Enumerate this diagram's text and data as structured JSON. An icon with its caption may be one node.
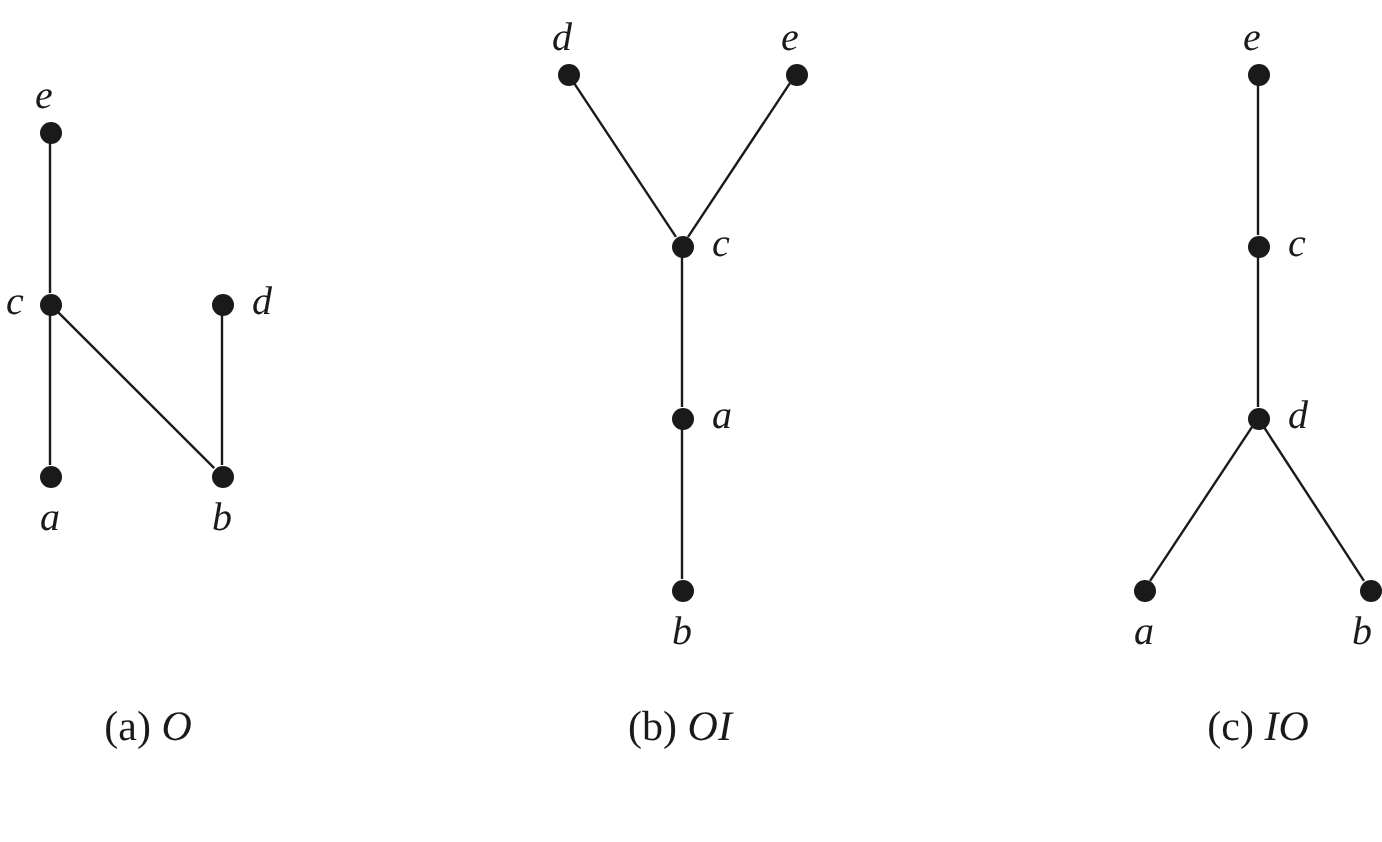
{
  "diagram": {
    "nodes": [
      {
        "text": [
          "e"
        ]
      },
      {
        "text": [
          "c"
        ]
      },
      {
        "text": [
          "d"
        ]
      },
      {
        "text": [
          "a"
        ]
      },
      {
        "text": [
          "b"
        ]
      },
      {
        "text": [
          "d"
        ]
      },
      {
        "text": [
          "e"
        ]
      },
      {
        "text": [
          "c"
        ]
      },
      {
        "text": [
          "a"
        ]
      },
      {
        "text": [
          "b"
        ]
      },
      {
        "text": [
          "e"
        ]
      },
      {
        "text": [
          "c"
        ]
      },
      {
        "text": [
          "d"
        ]
      },
      {
        "text": [
          "a"
        ]
      },
      {
        "text": [
          "b"
        ]
      }
    ],
    "edges": [
      {
        "from": 0,
        "to": 1,
        "arrow": "none"
      },
      {
        "from": 1,
        "to": 3,
        "arrow": "none"
      },
      {
        "from": 1,
        "to": 4,
        "arrow": "none"
      },
      {
        "from": 2,
        "to": 4,
        "arrow": "none"
      },
      {
        "from": 5,
        "to": 7,
        "arrow": "none"
      },
      {
        "from": 6,
        "to": 7,
        "arrow": "none"
      },
      {
        "from": 7,
        "to": 8,
        "arrow": "none"
      },
      {
        "from": 8,
        "to": 9,
        "arrow": "none"
      },
      {
        "from": 10,
        "to": 11,
        "arrow": "none"
      },
      {
        "from": 11,
        "to": 12,
        "arrow": "none"
      },
      {
        "from": 12,
        "to": 13,
        "arrow": "none"
      },
      {
        "from": 12,
        "to": 14,
        "arrow": "none"
      }
    ],
    "labels": [
      "(a) *O*",
      "(b) *OI*",
      "(c) *IO*"
    ]
  }
}
